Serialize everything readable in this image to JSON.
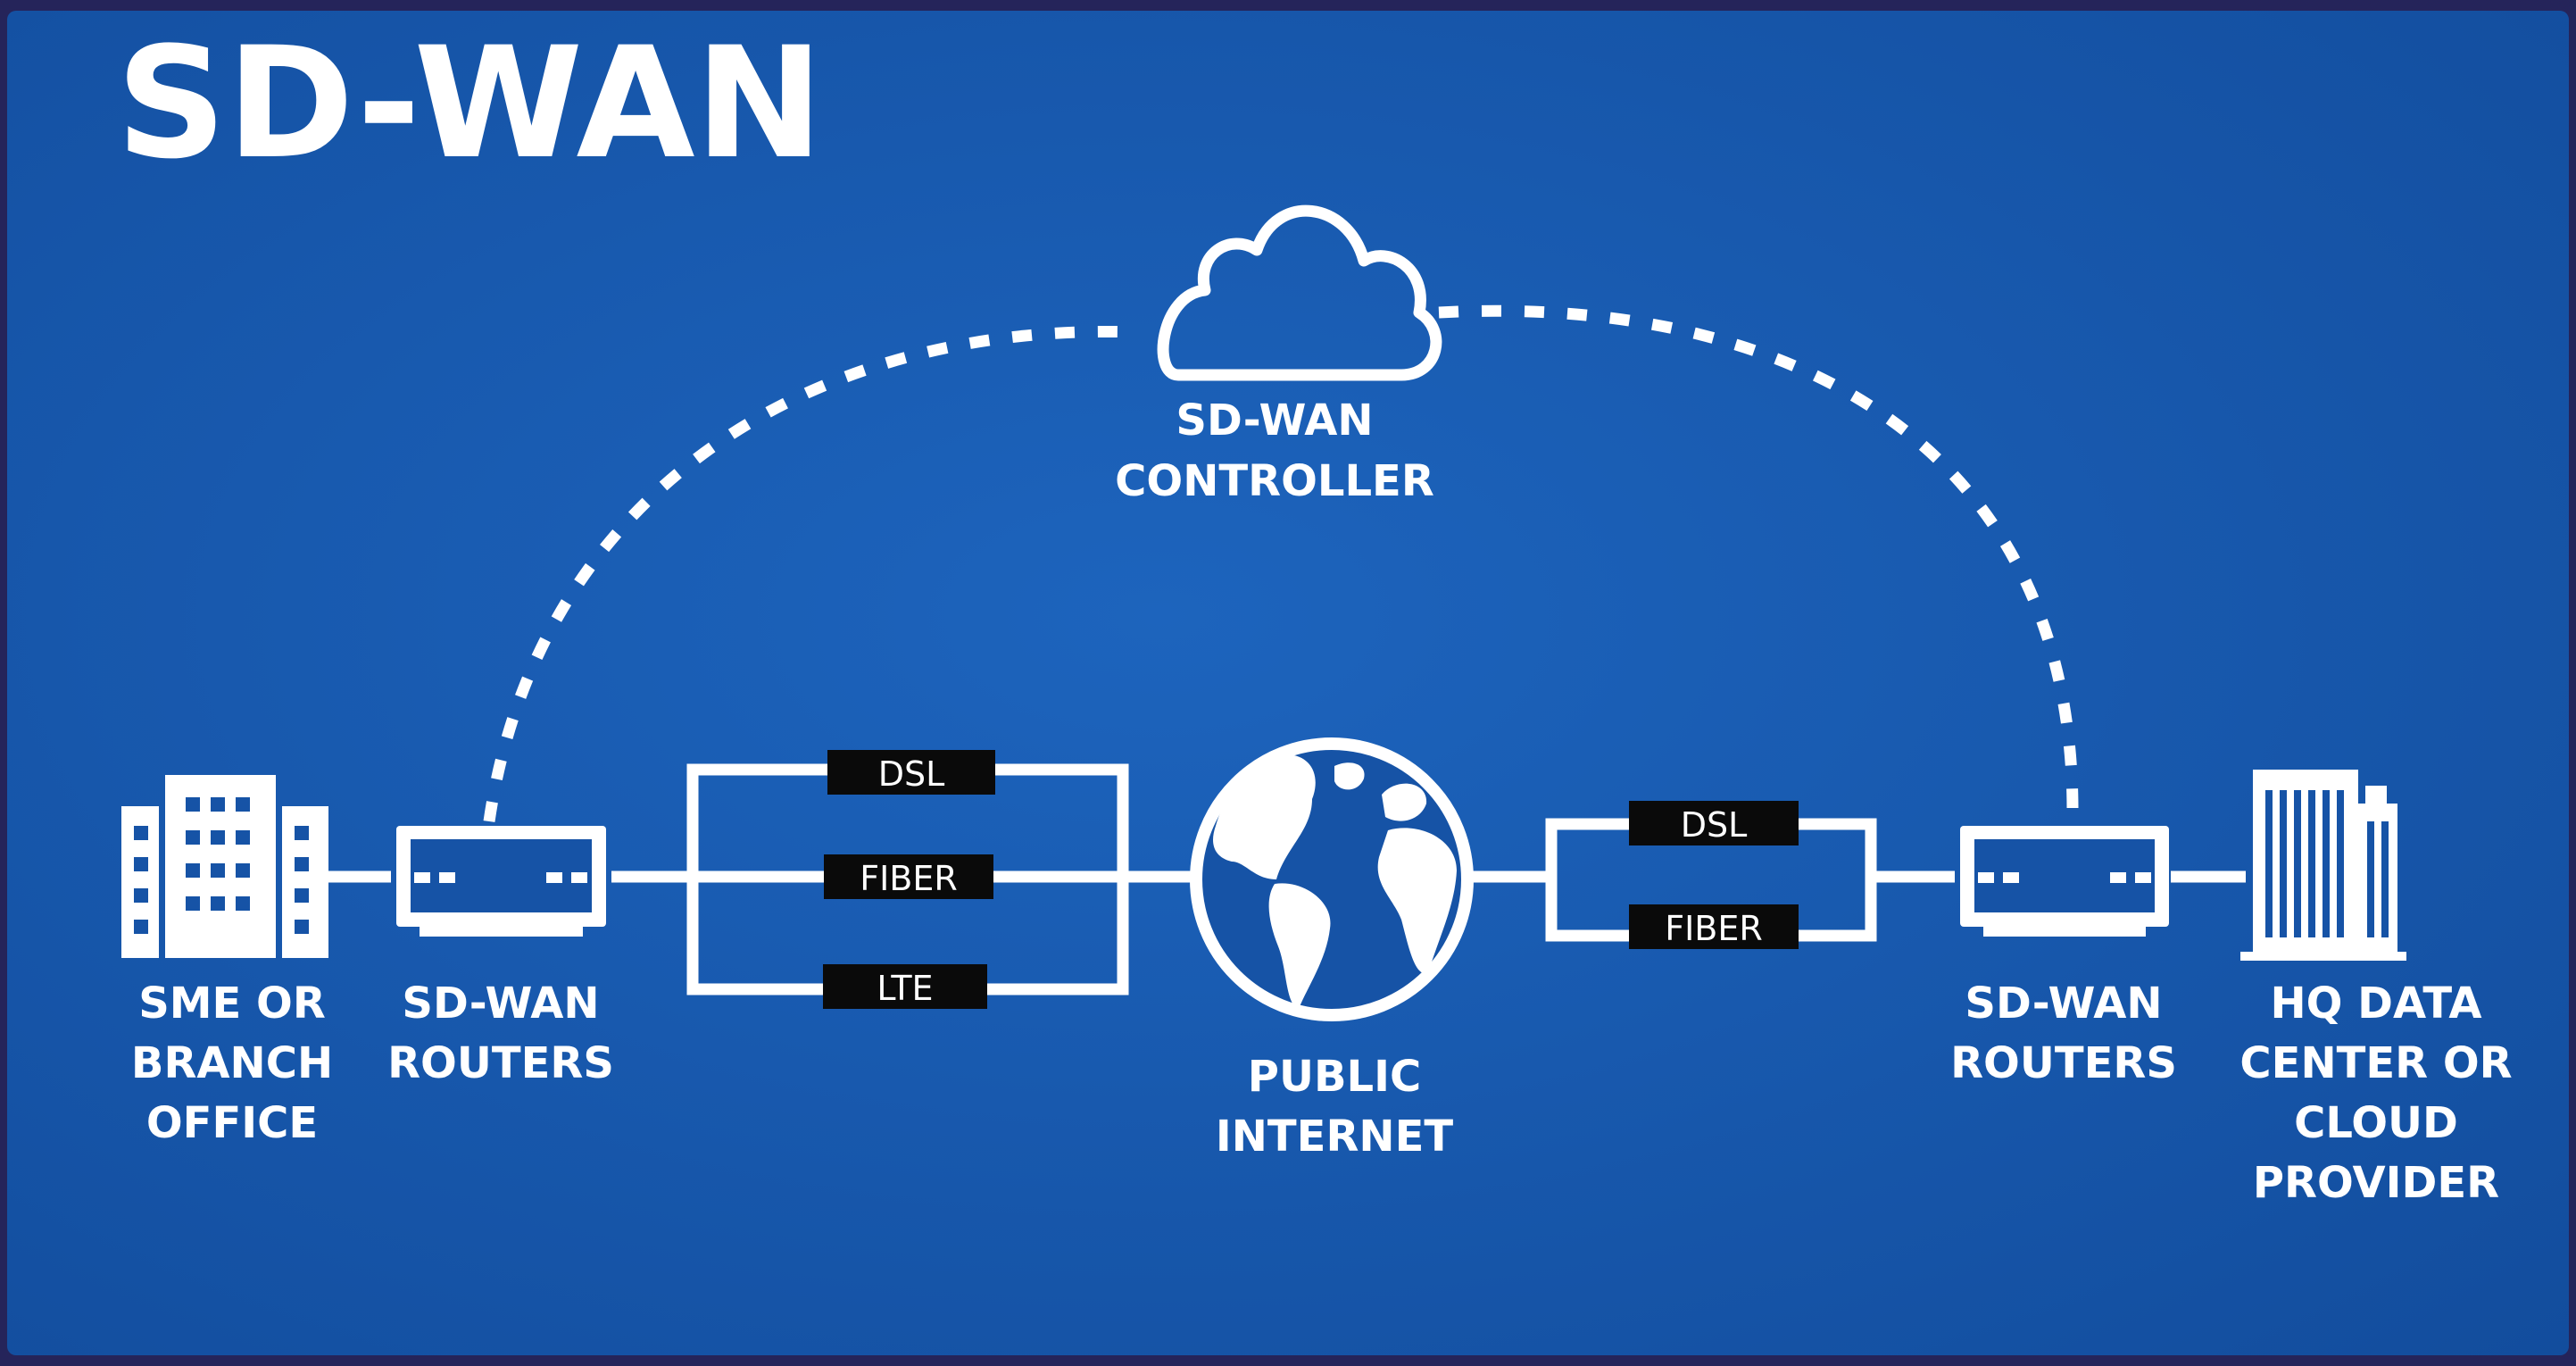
{
  "title": "SD-WAN",
  "controller": {
    "label_lines": [
      "SD-WAN",
      "CONTROLLER"
    ],
    "icon": "cloud-icon"
  },
  "left_site": {
    "label_lines": [
      "SME OR",
      "BRANCH",
      "OFFICE"
    ],
    "icon": "office-building-icon"
  },
  "left_router": {
    "label_lines": [
      "SD-WAN",
      "ROUTERS"
    ],
    "icon": "router-icon"
  },
  "left_links": [
    "DSL",
    "FIBER",
    "LTE"
  ],
  "internet": {
    "label_lines": [
      "PUBLIC",
      "INTERNET"
    ],
    "icon": "globe-icon"
  },
  "right_links": [
    "DSL",
    "FIBER"
  ],
  "right_router": {
    "label_lines": [
      "SD-WAN",
      "ROUTERS"
    ],
    "icon": "router-icon"
  },
  "right_site": {
    "label_lines": [
      "HQ DATA",
      "CENTER OR",
      "CLOUD",
      "PROVIDER"
    ],
    "icon": "skyscraper-icon"
  },
  "colors": {
    "background": "#1653a6",
    "foreground": "#ffffff",
    "tag_background": "#0a0a0a",
    "frame": "#25245a"
  }
}
